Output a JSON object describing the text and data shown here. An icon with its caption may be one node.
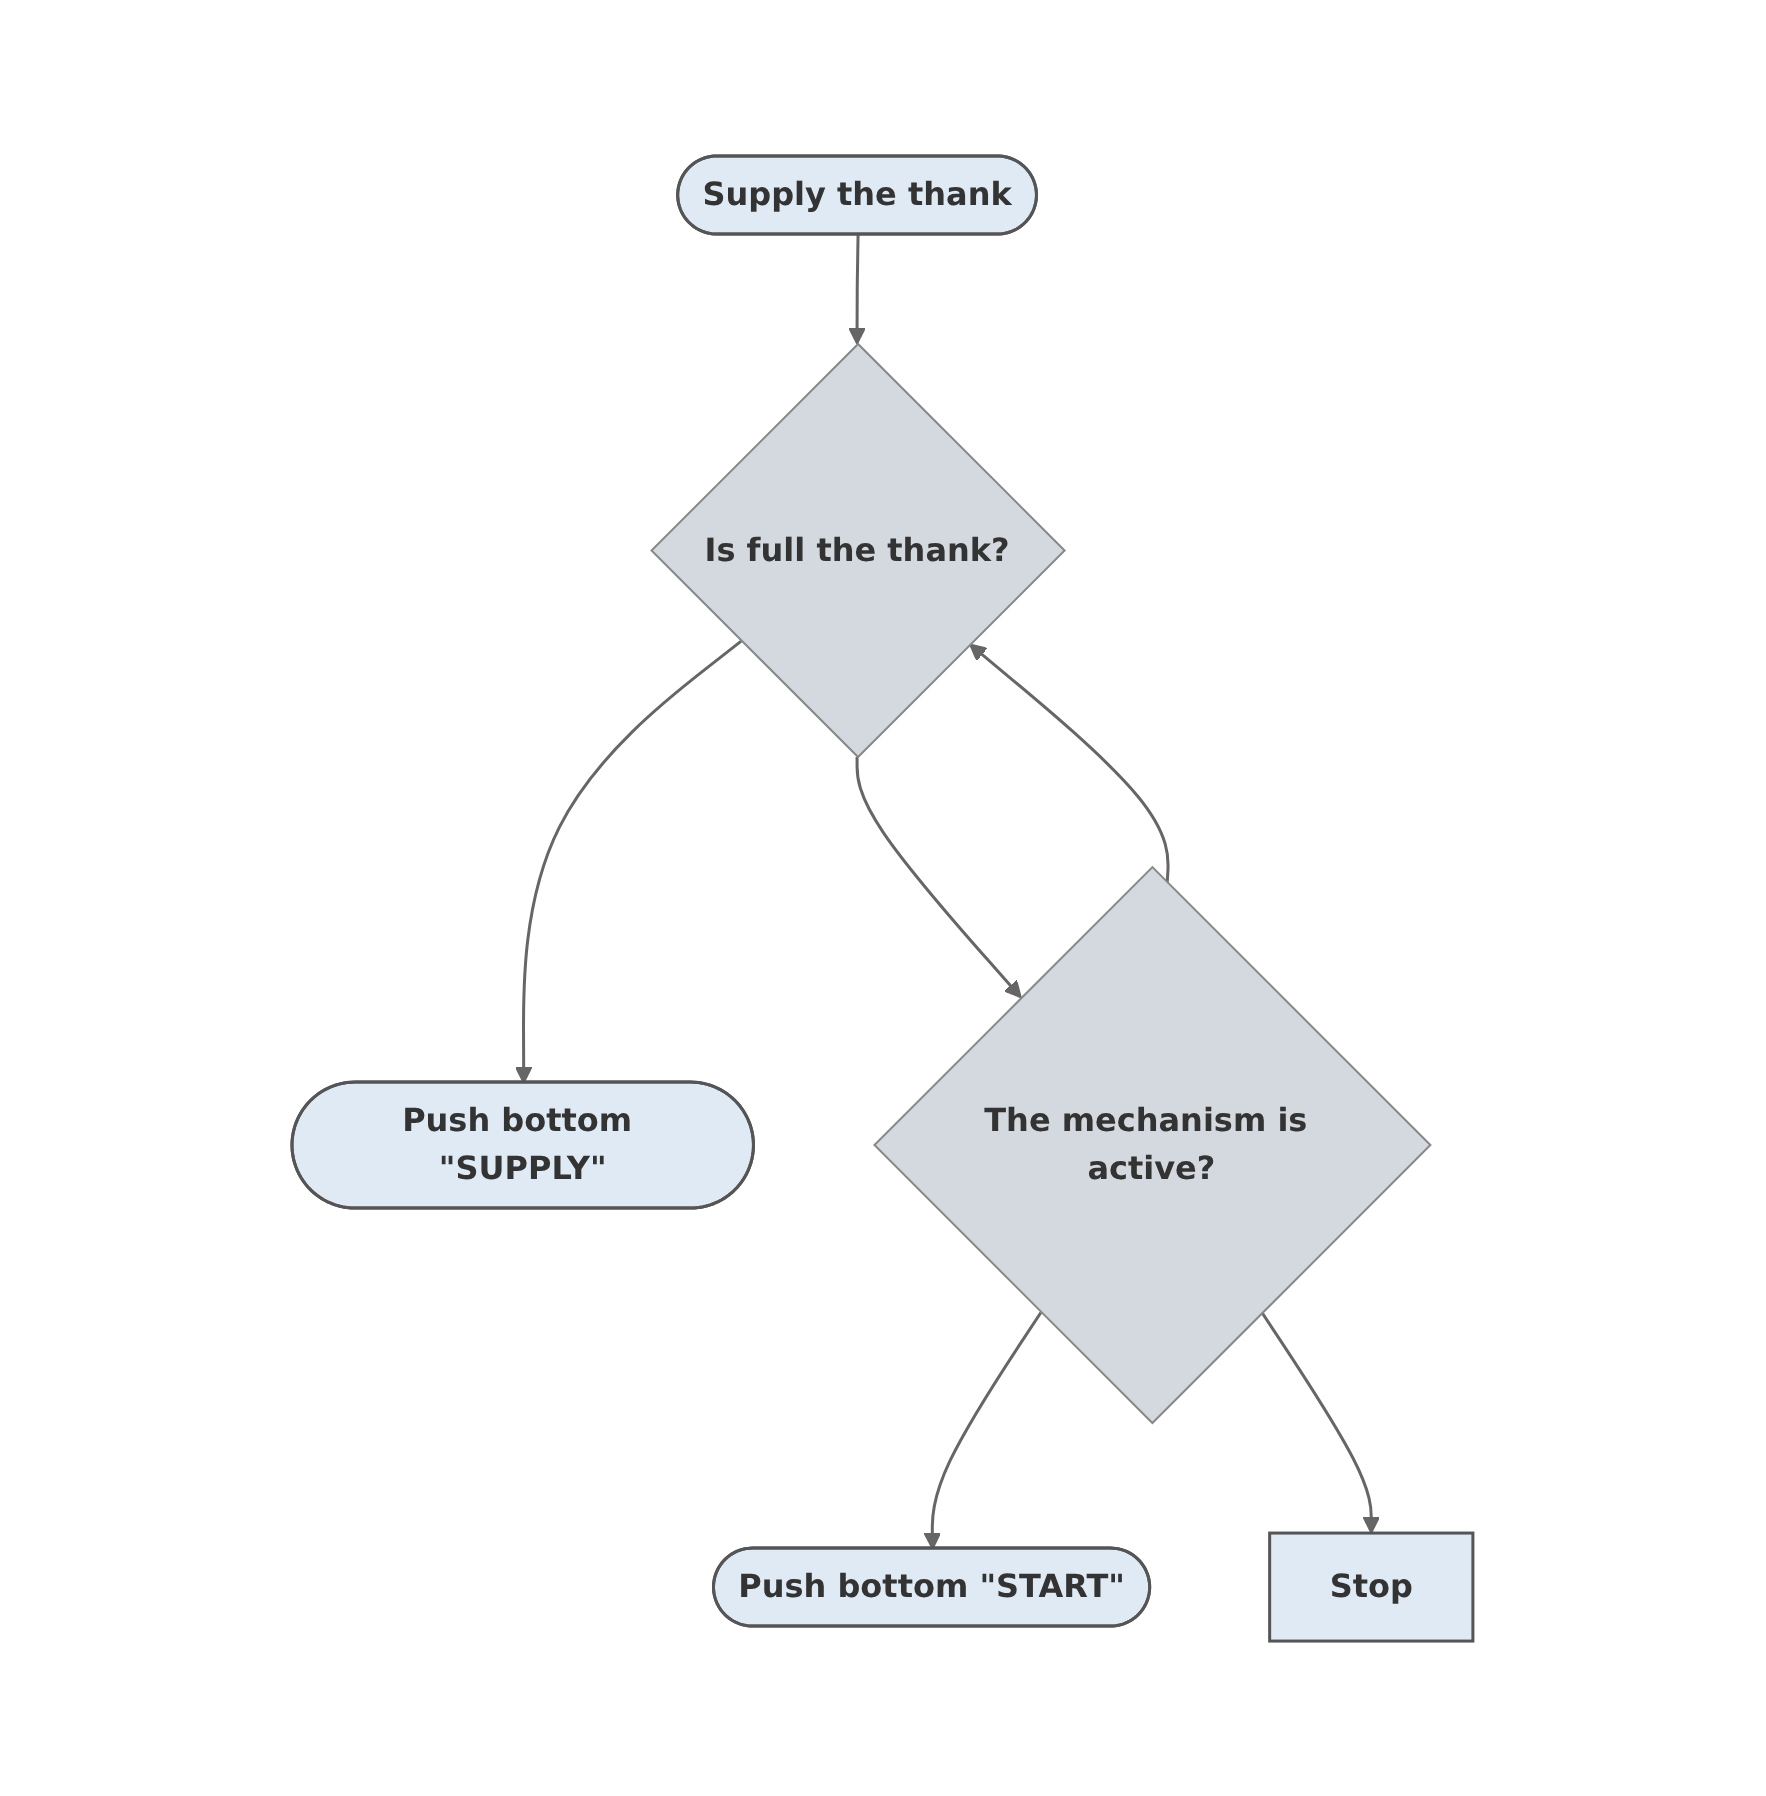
{
  "diagram": {
    "nodes": [
      {
        "text": [
          "Supply the thank"
        ]
      },
      {
        "text": [
          "Is full the thank?"
        ]
      },
      {
        "text": [
          "Push bottom \"SUPPLY\""
        ]
      },
      {
        "text": [
          "The mechanism is active?"
        ]
      },
      {
        "text": [
          "Push bottom \"START\""
        ]
      },
      {
        "text": [
          "Stop"
        ]
      }
    ],
    "edges": [
      {
        "from": 0,
        "to": 1,
        "arrow": "to"
      },
      {
        "from": 1,
        "to": 2,
        "arrow": "to"
      },
      {
        "from": 1,
        "to": 3,
        "arrow": "to"
      },
      {
        "from": 3,
        "to": 4,
        "arrow": "to"
      },
      {
        "from": 3,
        "to": 5,
        "arrow": "to"
      },
      {
        "from": 3,
        "to": 1,
        "arrow": "to"
      }
    ]
  }
}
